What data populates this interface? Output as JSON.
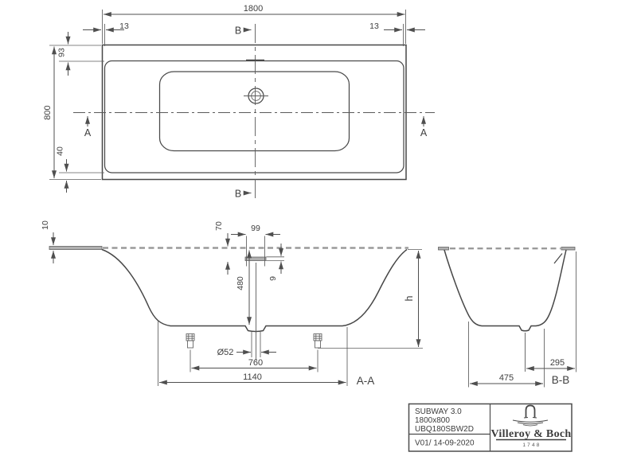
{
  "drawing": {
    "top_view": {
      "length": "1800",
      "rim_left": "13",
      "rim_right": "13",
      "rim_top": "93",
      "width": "800",
      "rim_bottom": "40",
      "section_a_label": "A",
      "section_b_label": "B"
    },
    "section_aa": {
      "label": "A-A",
      "rim_thickness": "10",
      "overflow_offset": "70",
      "overflow_width": "99",
      "overflow_height": "9",
      "drain_depth": "480",
      "drain_diameter": "Ø52",
      "feet_spacing": "760",
      "feet_span": "1140",
      "height": "h"
    },
    "section_bb": {
      "label": "B-B",
      "drain_to_edge": "295",
      "bottom_width": "475"
    },
    "colors": {
      "line": "#474747",
      "dimension": "#4f4f4f",
      "gray_fill": "#b0b0b0",
      "background": "#ffffff"
    }
  },
  "title_block": {
    "product": "SUBWAY 3.0",
    "dimensions": "1800x800",
    "article": "UBQ180SBW2D",
    "revision": "V01/ 14-09-2020",
    "brand": {
      "name": "Villeroy & Boch",
      "founded": "1748"
    }
  }
}
